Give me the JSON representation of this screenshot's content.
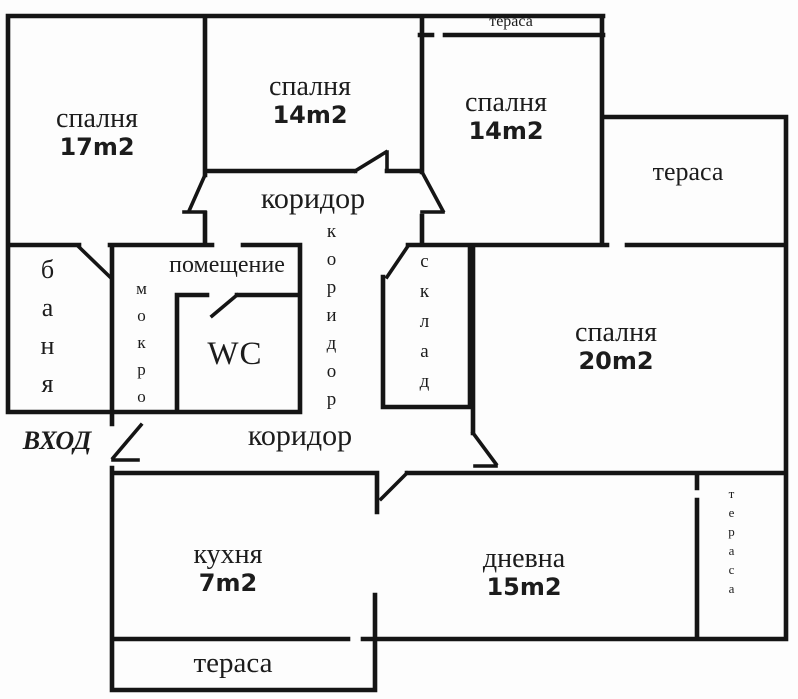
{
  "rooms": {
    "bedroom_17": {
      "label": "спалня",
      "area": "17m2"
    },
    "bedroom_14_top": {
      "label": "спалня",
      "area": "14m2"
    },
    "bedroom_14_right": {
      "label": "спалня",
      "area": "14m2"
    },
    "bedroom_20": {
      "label": "спалня",
      "area": "20m2"
    },
    "kitchen": {
      "label": "кухня",
      "area": "7m2"
    },
    "living_room": {
      "label": "дневна",
      "area": "15m2"
    },
    "bathroom": {
      "label": "баня"
    },
    "wet_room": {
      "label_top": "помещение",
      "label_side": "мокро"
    },
    "wc": {
      "label": "WC"
    },
    "storage": {
      "label": "склад"
    },
    "entrance": {
      "label": "ВХОД"
    }
  },
  "corridors": {
    "top": {
      "label": "коридор"
    },
    "vertical": {
      "label": "коридор"
    },
    "bottom": {
      "label": "коридор"
    }
  },
  "terraces": {
    "top": {
      "label": "тераса"
    },
    "right": {
      "label": "тераса"
    },
    "bottom": {
      "label": "тераса"
    },
    "living_side": {
      "label": "тераса"
    }
  },
  "colors": {
    "wall": "#151515",
    "background": "#fdfdfd",
    "text": "#1c1c1c"
  }
}
